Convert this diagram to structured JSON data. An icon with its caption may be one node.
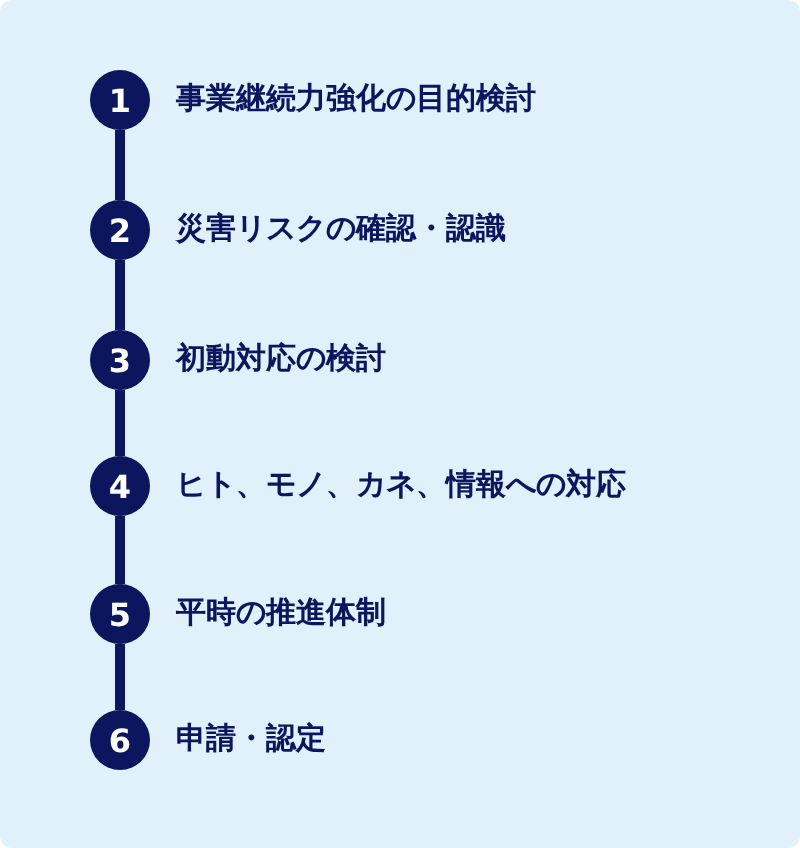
{
  "diagram": {
    "nodes": [
      {
        "text": [
          "1"
        ],
        "beside": [
          "事業継続力強化の目的検討"
        ]
      },
      {
        "text": [
          "2"
        ],
        "beside": [
          "災害リスクの確認・認識"
        ]
      },
      {
        "text": [
          "3"
        ],
        "beside": [
          "初動対応の検討"
        ]
      },
      {
        "text": [
          "4"
        ],
        "beside": [
          "ヒト、モノ、カネ、情報への対応"
        ]
      },
      {
        "text": [
          "5"
        ],
        "beside": [
          "平時の推進体制"
        ]
      },
      {
        "text": [
          "6"
        ],
        "beside": [
          "申請・認定"
        ]
      }
    ],
    "edges": [
      {
        "from": 0,
        "to": 1,
        "arrow": "none"
      },
      {
        "from": 1,
        "to": 2,
        "arrow": "none"
      },
      {
        "from": 2,
        "to": 3,
        "arrow": "none"
      },
      {
        "from": 3,
        "to": 4,
        "arrow": "none"
      },
      {
        "from": 4,
        "to": 5,
        "arrow": "none"
      }
    ]
  }
}
